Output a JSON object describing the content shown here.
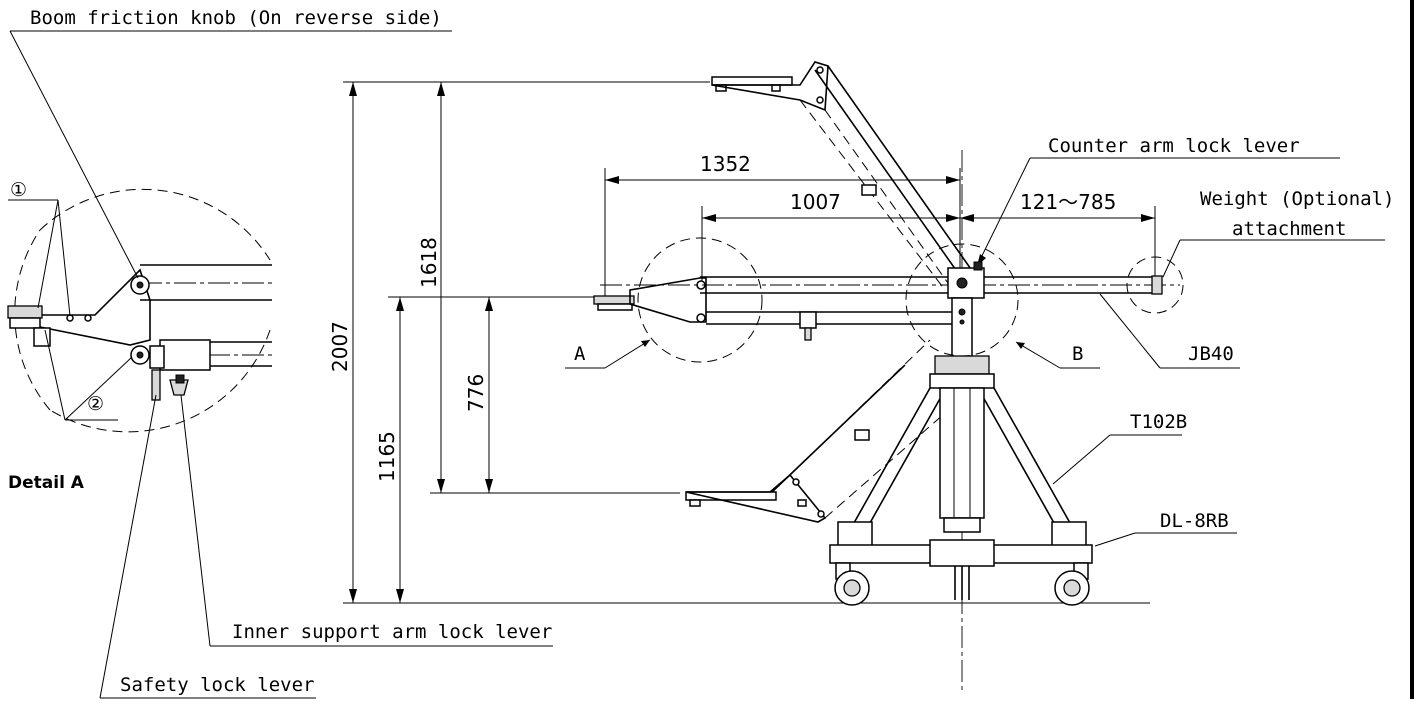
{
  "labels": {
    "boom_friction_knob": "Boom friction knob (On reverse side)",
    "counter_arm_lock_lever": "Counter arm lock lever",
    "weight_attachment_line1": "Weight (Optional)",
    "weight_attachment_line2": "attachment",
    "detail_a": "Detail A",
    "inner_support_arm_lock_lever": "Inner support arm lock lever",
    "safety_lock_lever": "Safety lock lever",
    "marker_1": "①",
    "marker_2": "②",
    "callout_a": "A",
    "callout_b": "B",
    "jb40": "JB40",
    "t102b": "T102B",
    "dl8rb": "DL-8RB"
  },
  "dimensions": {
    "d1352": "1352",
    "d1007": "1007",
    "d121_785": "121～785",
    "d1618": "1618",
    "d2007": "2007",
    "d776": "776",
    "d1165": "1165"
  }
}
